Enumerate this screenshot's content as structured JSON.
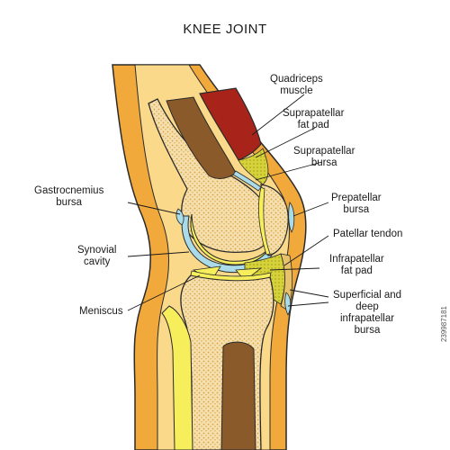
{
  "title": "KNEE JOINT",
  "labels": {
    "quadriceps": [
      "Quadriceps",
      "muscle"
    ],
    "suprapatellar_fat": [
      "Suprapatellar",
      "fat pad"
    ],
    "suprapatellar_bursa": [
      "Suprapatellar",
      "bursa"
    ],
    "prepatellar": [
      "Prepatellar",
      "bursa"
    ],
    "patellar_tendon": [
      "Patellar tendon"
    ],
    "infrapatellar_fat": [
      "Infrapatellar",
      "fat pad"
    ],
    "superficial": [
      "Superficial and",
      "deep",
      "infrapatellar",
      "bursa"
    ],
    "gastrocnemius": [
      "Gastrocnemius",
      "bursa"
    ],
    "synovial": [
      "Synovial",
      "cavity"
    ],
    "meniscus": [
      "Meniscus"
    ]
  },
  "stock_id": "239987181",
  "colors": {
    "skin": "#f2a93b",
    "tissue": "#fbd98a",
    "bone": "#f5dfae",
    "bone_dots": "#d9a63e",
    "marrow": "#8a5a2b",
    "cartilage": "#f6ee5a",
    "bursa": "#a9dbe8",
    "muscle": "#a8241a",
    "fat": "#d6d23a",
    "outline": "#2a2a2a"
  }
}
